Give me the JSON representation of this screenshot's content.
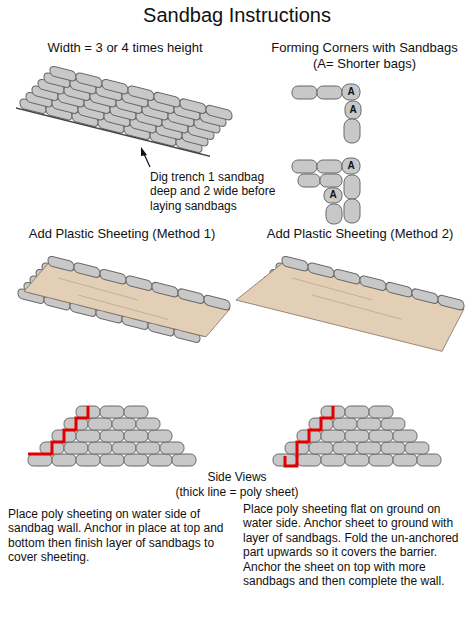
{
  "diagram": {
    "title": "Sandbag Instructions",
    "labels": [
      "Width = 3 or 4 times height",
      "Forming Corners with Sandbags",
      "(A= Shorter bags)",
      "A",
      "A",
      "A",
      "A",
      "Dig trench 1 sandbag deep and 2 wide before laying sandbags",
      "Add Plastic Sheeting (Method 1)",
      "Add Plastic Sheeting (Method 2)",
      "Side Views",
      "(thick line = poly sheet)",
      "Place poly sheeting on water side of sandbag wall. Anchor in place at top and bottom then finish layer of sandbags to cover sheeting.",
      "Place poly sheeting flat on ground on water side. Anchor sheet to ground with layer of sandbags. Fold the un-anchored part upwards so it covers the barrier. Anchor the sheet on top with more sandbags and then complete the wall."
    ]
  }
}
